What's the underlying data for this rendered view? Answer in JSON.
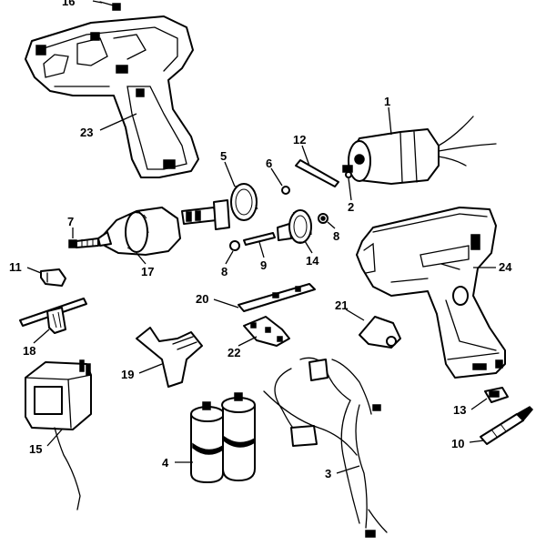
{
  "diagram": {
    "callouts": [
      {
        "id": "c16",
        "label": "16"
      },
      {
        "id": "c23",
        "label": "23"
      },
      {
        "id": "c1",
        "label": "1"
      },
      {
        "id": "c12",
        "label": "12"
      },
      {
        "id": "c6",
        "label": "6"
      },
      {
        "id": "c5",
        "label": "5"
      },
      {
        "id": "c2",
        "label": "2"
      },
      {
        "id": "c7",
        "label": "7"
      },
      {
        "id": "c17",
        "label": "17"
      },
      {
        "id": "c8a",
        "label": "8"
      },
      {
        "id": "c9",
        "label": "9"
      },
      {
        "id": "c14",
        "label": "14"
      },
      {
        "id": "c8b",
        "label": "8"
      },
      {
        "id": "c24",
        "label": "24"
      },
      {
        "id": "c11",
        "label": "11"
      },
      {
        "id": "c20",
        "label": "20"
      },
      {
        "id": "c21",
        "label": "21"
      },
      {
        "id": "c18",
        "label": "18"
      },
      {
        "id": "c22",
        "label": "22"
      },
      {
        "id": "c19",
        "label": "19"
      },
      {
        "id": "c13",
        "label": "13"
      },
      {
        "id": "c10",
        "label": "10"
      },
      {
        "id": "c15",
        "label": "15"
      },
      {
        "id": "c4",
        "label": "4"
      },
      {
        "id": "c3",
        "label": "3"
      }
    ]
  }
}
